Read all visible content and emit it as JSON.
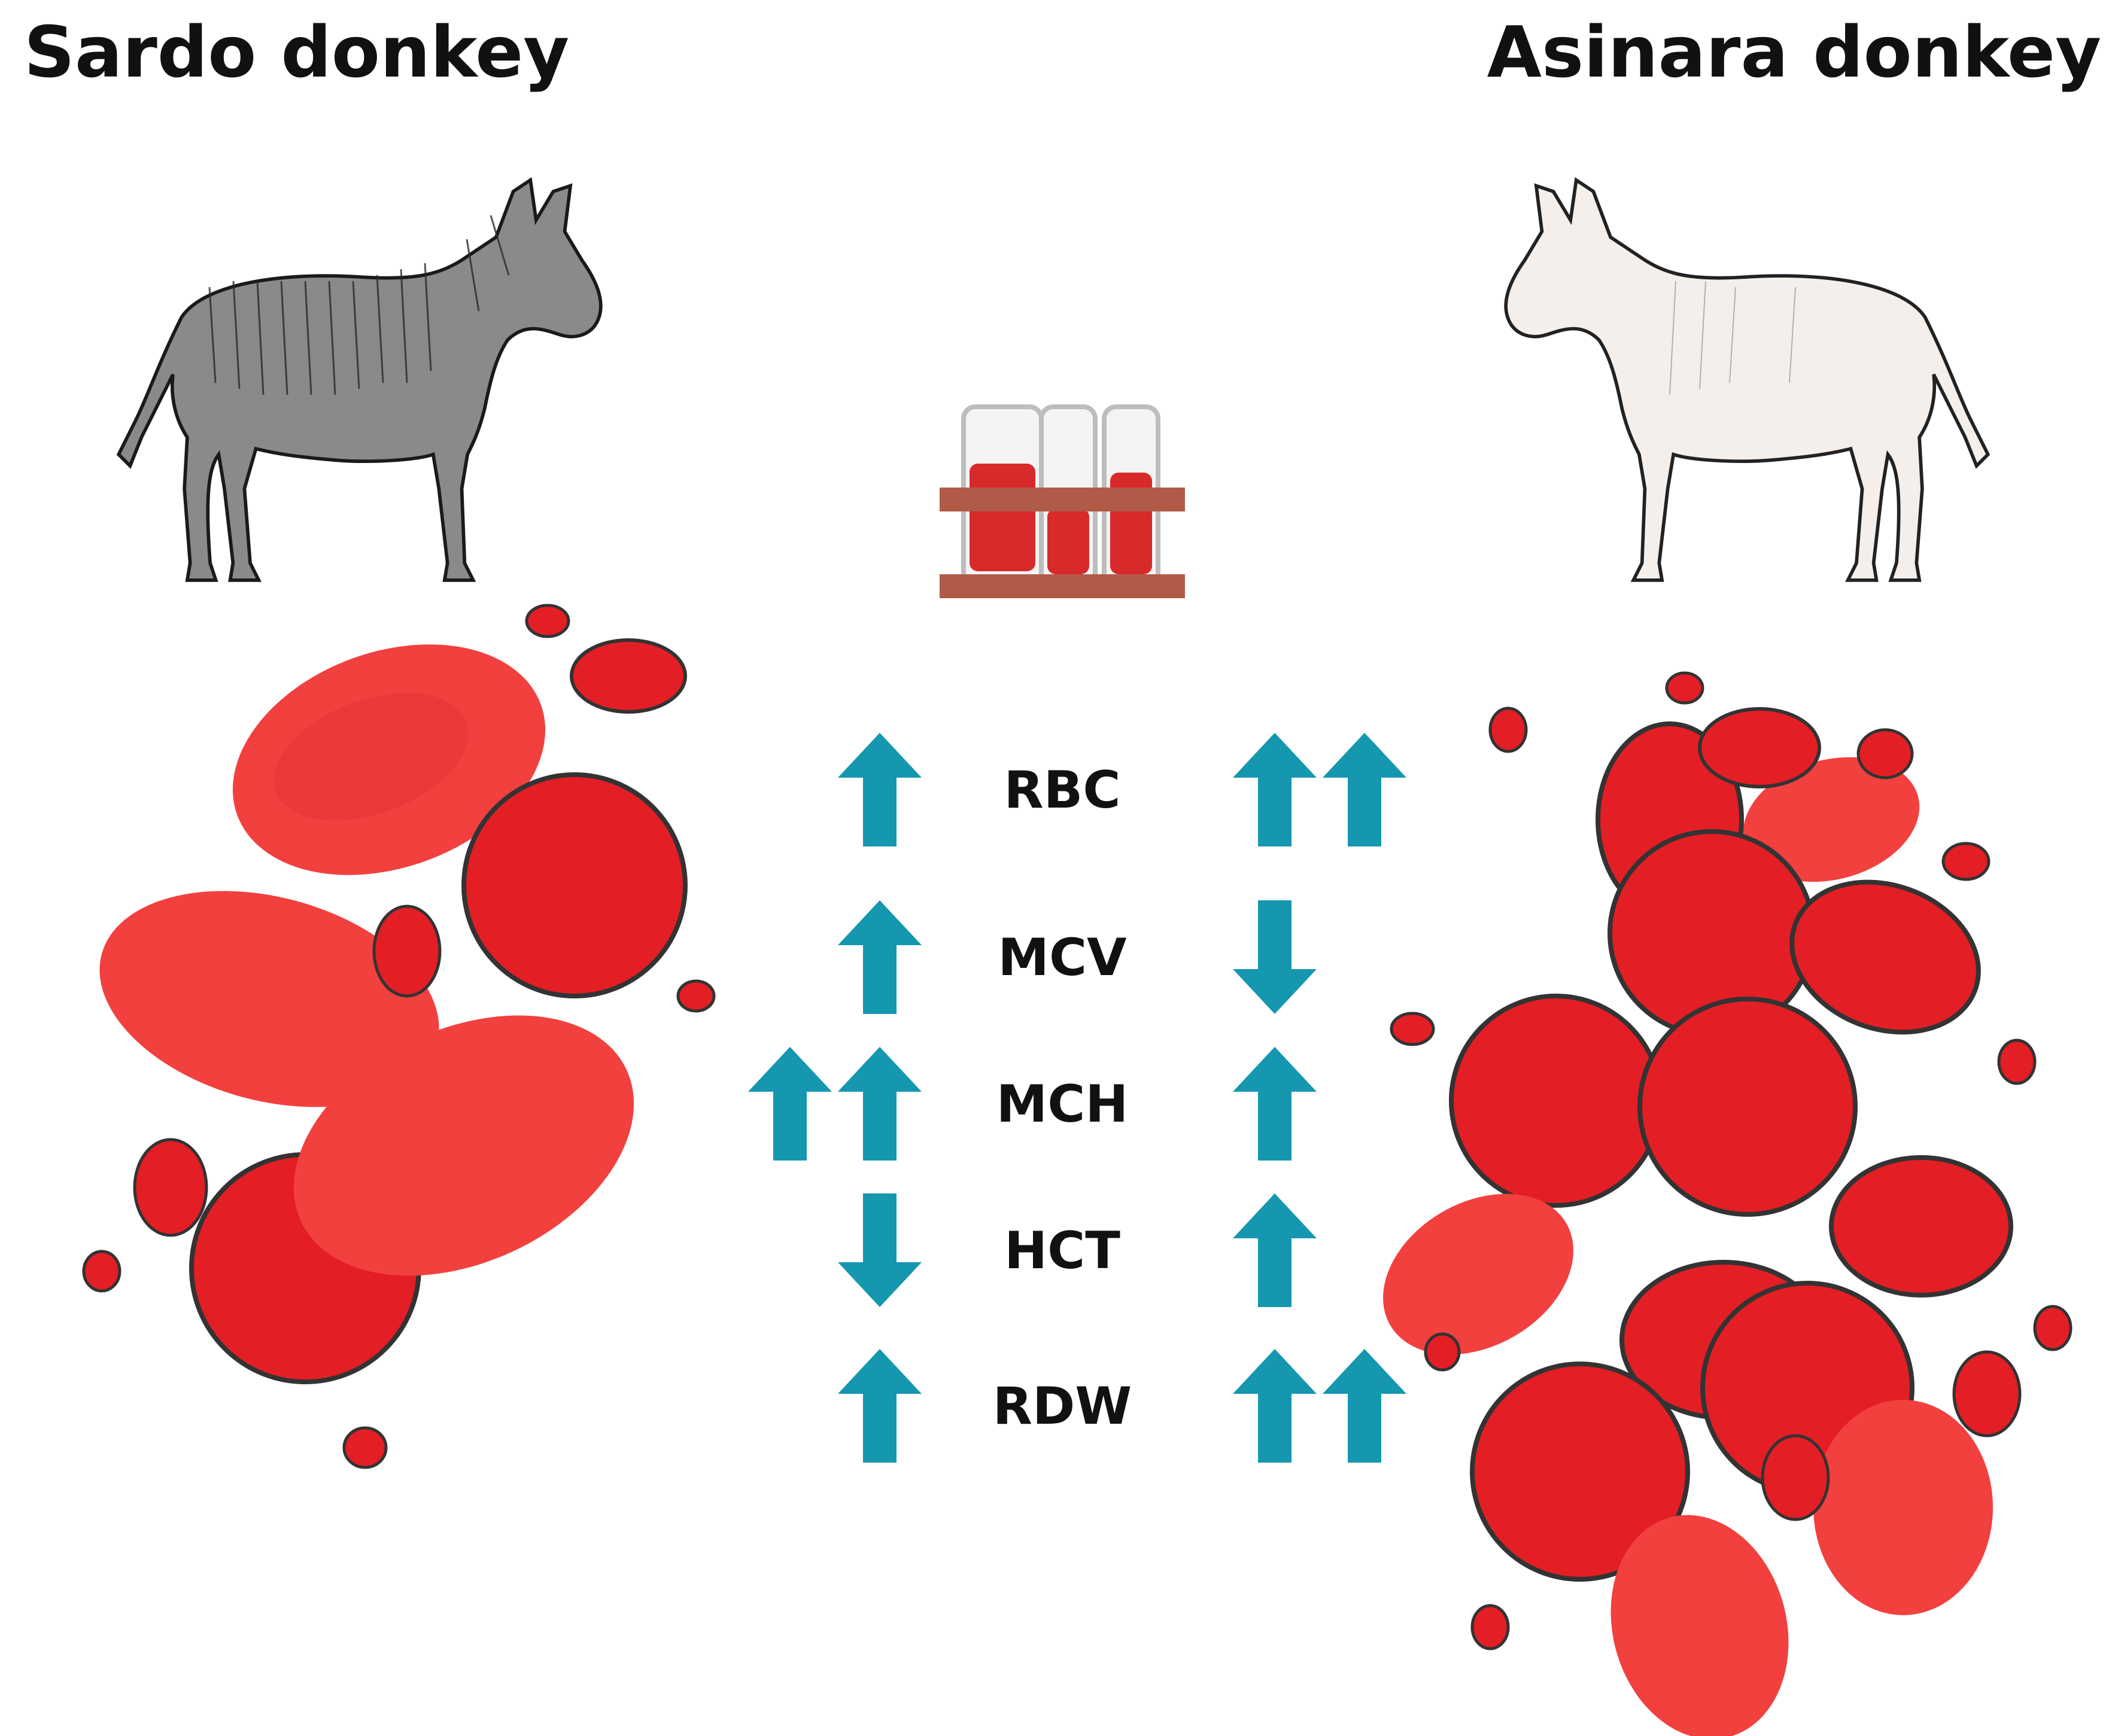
{
  "titles": {
    "left": "Sardo donkey",
    "right": "Asinara donkey"
  },
  "parameters": [
    {
      "label": "RBC",
      "sardo": [
        "up"
      ],
      "asinara": [
        "up",
        "up"
      ]
    },
    {
      "label": "MCV",
      "sardo": [
        "up"
      ],
      "asinara": [
        "down"
      ]
    },
    {
      "label": "MCH",
      "sardo": [
        "up",
        "up"
      ],
      "asinara": [
        "up"
      ]
    },
    {
      "label": "HCT",
      "sardo": [
        "down"
      ],
      "asinara": [
        "up"
      ]
    },
    {
      "label": "RDW",
      "sardo": [
        "up"
      ],
      "asinara": [
        "up",
        "up"
      ]
    }
  ],
  "illustrations": {
    "left_animal": "dark-grey-donkey-icon",
    "right_animal": "white-donkey-icon",
    "center": "test-tube-rack-icon",
    "cells": "red-blood-cells"
  },
  "colors": {
    "arrow": "#1597b0",
    "cell_red": "#e41e25",
    "cell_light": "#f2403f",
    "rack": "#b05a48",
    "blood": "#d82a2a",
    "title": "#111111"
  }
}
